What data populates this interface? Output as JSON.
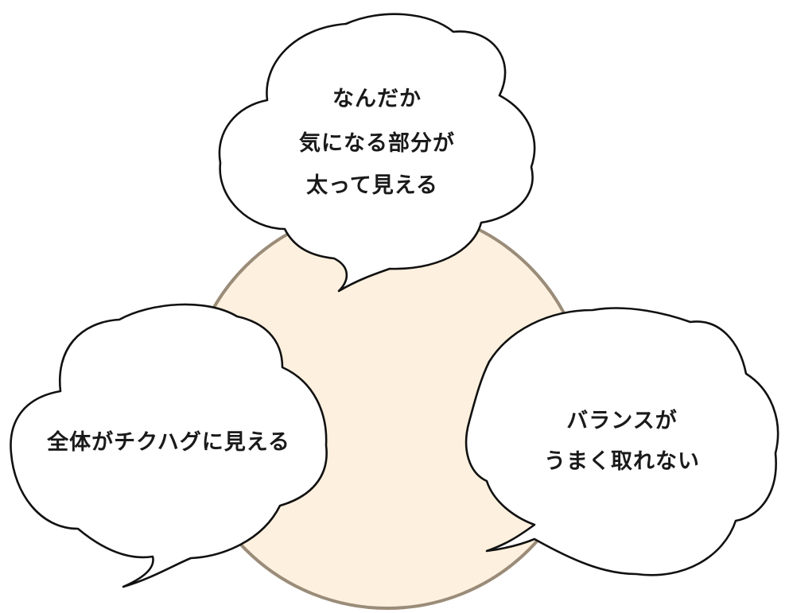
{
  "colors": {
    "circle_fill": "#fdf0de",
    "circle_stroke": "#9a8c78",
    "bubble_fill": "#ffffff",
    "bubble_stroke": "#111111",
    "text": "#1a1a1a"
  },
  "bubbles": {
    "top": {
      "line1": "なんだか",
      "line2": "気になる部分が",
      "line3": "太って見える"
    },
    "left": {
      "line1": "全体がチクハグに見える"
    },
    "right": {
      "line1": "バランスが",
      "line2": "うまく取れない"
    }
  }
}
